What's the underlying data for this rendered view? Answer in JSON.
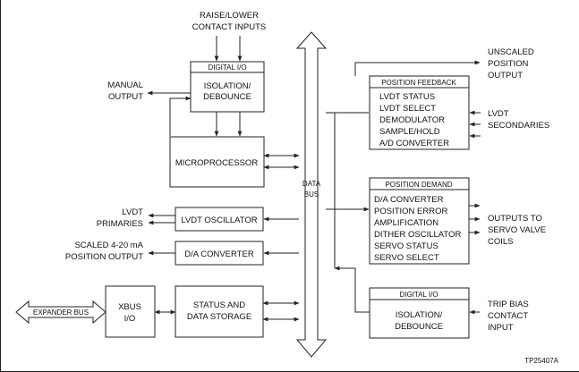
{
  "inputs": {
    "raise_lower": [
      "RAISE/LOWER",
      "CONTACT INPUTS"
    ],
    "manual_output": [
      "MANUAL",
      "OUTPUT"
    ],
    "lvdt_primaries": [
      "LVDT",
      "PRIMARIES"
    ],
    "scaled_output": [
      "SCALED 4-20 mA",
      "POSITION OUTPUT"
    ],
    "expander_bus": "EXPANDER BUS"
  },
  "blocks": {
    "digital_io_top": {
      "title": "DIGITAL I/O",
      "lines": [
        "ISOLATION/",
        "DEBOUNCE"
      ]
    },
    "microprocessor": "MICROPROCESSOR",
    "lvdt_oscillator": "LVDT OSCILLATOR",
    "da_converter": "D/A CONVERTER",
    "xbus": [
      "XBUS",
      "I/O"
    ],
    "status_storage": [
      "STATUS AND",
      "DATA STORAGE"
    ],
    "data_bus": [
      "DATA",
      "BUS"
    ],
    "position_feedback": {
      "title": "POSITION FEEDBACK",
      "lines": [
        "LVDT STATUS",
        "LVDT SELECT",
        "DEMODULATOR",
        "SAMPLE/HOLD",
        "A/D CONVERTER"
      ]
    },
    "position_demand": {
      "title": "POSITION DEMAND",
      "lines": [
        "D/A CONVERTER",
        "POSITION ERROR",
        "AMPLIFICATION",
        "DITHER OSCILLATOR",
        "SERVO STATUS",
        "SERVO SELECT"
      ]
    },
    "digital_io_bottom": {
      "title": "DIGITAL I/O",
      "lines": [
        "ISOLATION/",
        "DEBOUNCE"
      ]
    }
  },
  "outputs": {
    "unscaled": [
      "UNSCALED",
      "POSITION",
      "OUTPUT"
    ],
    "lvdt_secondaries": [
      "LVDT",
      "SECONDARIES"
    ],
    "servo_coils": [
      "OUTPUTS TO",
      "SERVO VALVE",
      "COILS"
    ],
    "trip_bias": [
      "TRIP BIAS",
      "CONTACT",
      "INPUT"
    ]
  },
  "figure_id": "TP25407A"
}
